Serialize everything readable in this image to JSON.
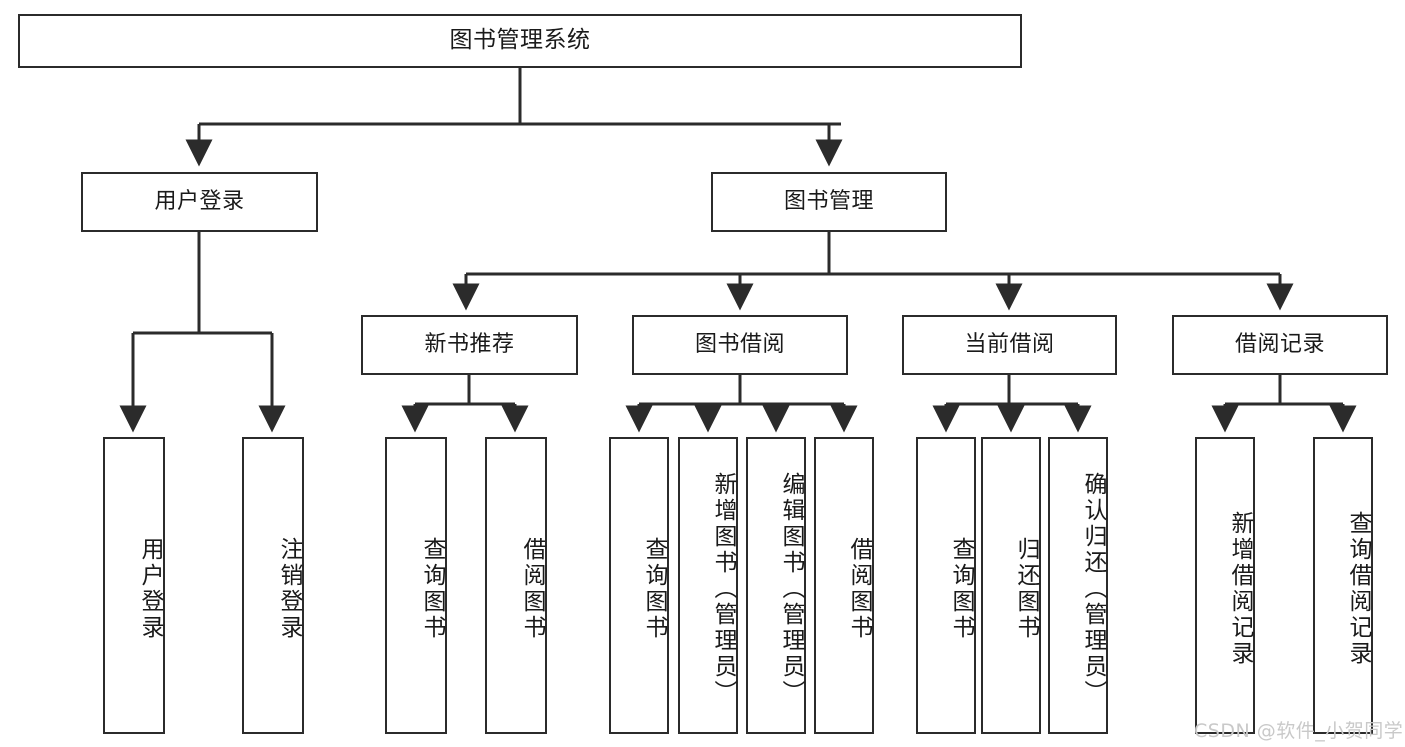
{
  "diagram": {
    "title": "图书管理系统",
    "type": "tree-hierarchy-chart",
    "watermark": "CSDN @软件_小贺同学",
    "colors": {
      "box_border": "#2b2b2b",
      "box_fill": "#ffffff",
      "edge": "#2b2b2b",
      "text": "#1a1a1a",
      "watermark": "#c9c9c9"
    },
    "root": {
      "label": "图书管理系统"
    },
    "level2": [
      {
        "label": "用户登录"
      },
      {
        "label": "图书管理"
      }
    ],
    "level3": [
      {
        "label": "新书推荐"
      },
      {
        "label": "图书借阅"
      },
      {
        "label": "当前借阅"
      },
      {
        "label": "借阅记录"
      }
    ],
    "leaves": {
      "user_login": [
        {
          "label": "用户登录"
        },
        {
          "label": "注销登录"
        }
      ],
      "new_book_recommend": [
        {
          "label": "查询图书"
        },
        {
          "label": "借阅图书"
        }
      ],
      "book_borrow": [
        {
          "label": "查询图书"
        },
        {
          "label": "新增图书（管理员）"
        },
        {
          "label": "编辑图书（管理员）"
        },
        {
          "label": "借阅图书"
        }
      ],
      "current_borrow": [
        {
          "label": "查询图书"
        },
        {
          "label": "归还图书"
        },
        {
          "label": "确认归还（管理员）"
        }
      ],
      "borrow_record": [
        {
          "label": "新增借阅记录"
        },
        {
          "label": "查询借阅记录"
        }
      ]
    }
  }
}
